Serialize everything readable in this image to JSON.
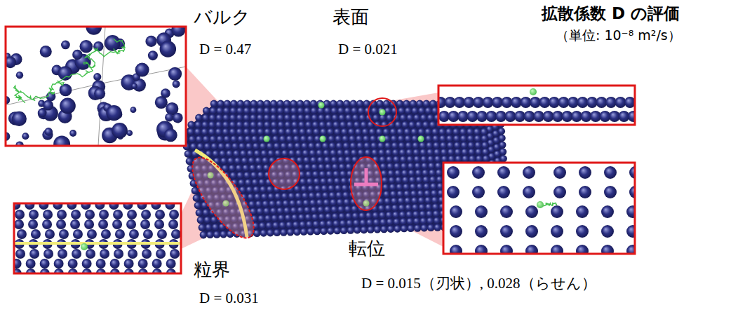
{
  "diagram": {
    "title": "拡散係数 D の評価",
    "labels": [
      "バルク",
      "D = 0.47",
      "表面",
      "D = 0.021",
      "粒界",
      "D = 0.031",
      "転位",
      "D = 0.015（刃状）, 0.028（らせん）",
      "（単位: 10⁻⁸ m²/s）"
    ]
  }
}
